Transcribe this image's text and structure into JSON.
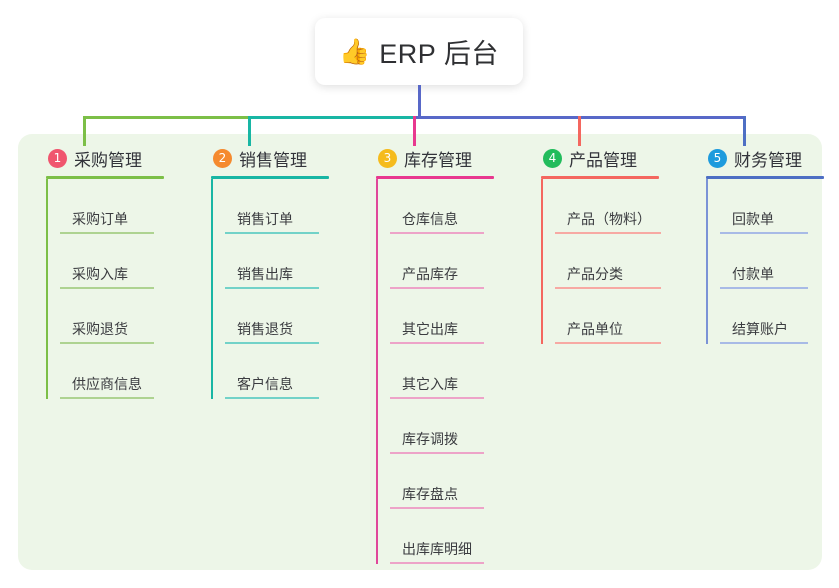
{
  "diagram": {
    "title": "ERP 后台",
    "root": {
      "icon": "thumbs-up-emoji",
      "emoji": "👍",
      "label": "ERP 后台"
    },
    "panel_color": "#edf6e8",
    "background_color": "#ffffff",
    "bus_segments": [
      {
        "name": "bus-segment-green",
        "color": "#7cbf47"
      },
      {
        "name": "bus-segment-teal",
        "color": "#18b6a4"
      },
      {
        "name": "bus-segment-blue",
        "color": "#5868c8"
      }
    ],
    "root_drop_color": "#5868c8",
    "categories": [
      {
        "index": "1",
        "label": "采购管理",
        "badge_color": "#f0556e",
        "rule_color": "#7cbf47",
        "spine_color": "#7cbf47",
        "leaf_rule_color": "#aed391",
        "drop_color": "#7cbf47",
        "items": [
          "采购订单",
          "采购入库",
          "采购退货",
          "供应商信息"
        ]
      },
      {
        "index": "2",
        "label": "销售管理",
        "badge_color": "#f58a2e",
        "rule_color": "#18b6a4",
        "spine_color": "#18b6a4",
        "leaf_rule_color": "#72d2c8",
        "drop_color": "#18b6a4",
        "items": [
          "销售订单",
          "销售出库",
          "销售退货",
          "客户信息"
        ]
      },
      {
        "index": "3",
        "label": "库存管理",
        "badge_color": "#f5bb1d",
        "rule_color": "#e8388f",
        "spine_color": "#e0479a",
        "leaf_rule_color": "#eda3c8",
        "drop_color": "#e8388f",
        "items": [
          "仓库信息",
          "产品库存",
          "其它出库",
          "其它入库",
          "库存调拨",
          "库存盘点",
          "出库库明细"
        ]
      },
      {
        "index": "4",
        "label": "产品管理",
        "badge_color": "#22bc5c",
        "rule_color": "#f4675f",
        "spine_color": "#f4675f",
        "leaf_rule_color": "#f7a9a3",
        "drop_color": "#f4675f",
        "items": [
          "产品（物料）",
          "产品分类",
          "产品单位"
        ]
      },
      {
        "index": "5",
        "label": "财务管理",
        "badge_color": "#1e9bdd",
        "rule_color": "#4e6fc4",
        "spine_color": "#7b93d6",
        "leaf_rule_color": "#a8bae6",
        "drop_color": "#4e6fc4",
        "items": [
          "回款单",
          "付款单",
          "结算账户"
        ]
      }
    ]
  }
}
